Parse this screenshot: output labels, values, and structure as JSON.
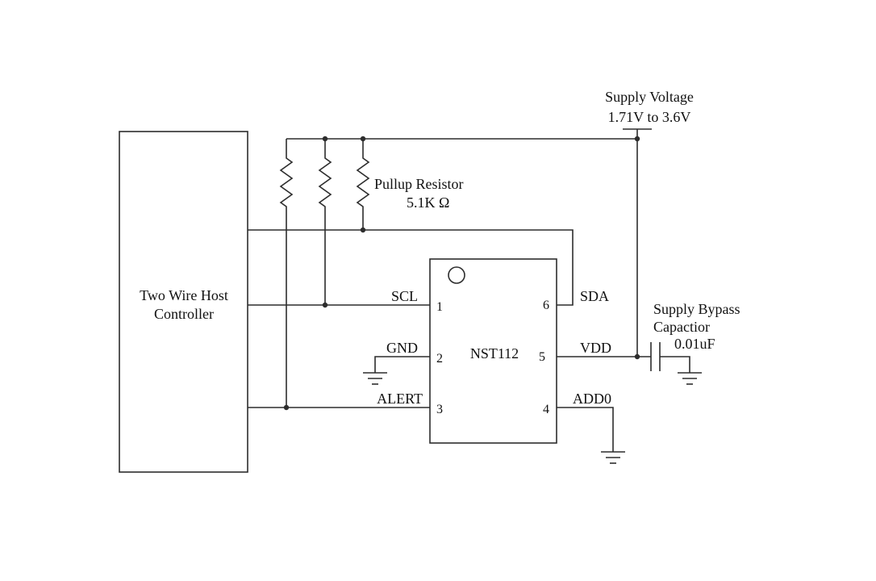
{
  "schematic": {
    "supply": {
      "title": "Supply Voltage",
      "range": "1.71V to 3.6V"
    },
    "pullup": {
      "label": "Pullup Resistor",
      "value": "5.1K Ω"
    },
    "host_controller": {
      "line1": "Two Wire Host",
      "line2": "Controller"
    },
    "ic": {
      "name": "NST112",
      "pins": {
        "p1": {
          "num": "1",
          "label": "SCL"
        },
        "p2": {
          "num": "2",
          "label": "GND"
        },
        "p3": {
          "num": "3",
          "label": "ALERT"
        },
        "p4": {
          "num": "4",
          "label": "ADD0"
        },
        "p5": {
          "num": "5",
          "label": "VDD"
        },
        "p6": {
          "num": "6",
          "label": "SDA"
        }
      }
    },
    "bypass": {
      "line1": "Supply Bypass",
      "line2": "Capactior",
      "value": "0.01uF"
    }
  }
}
